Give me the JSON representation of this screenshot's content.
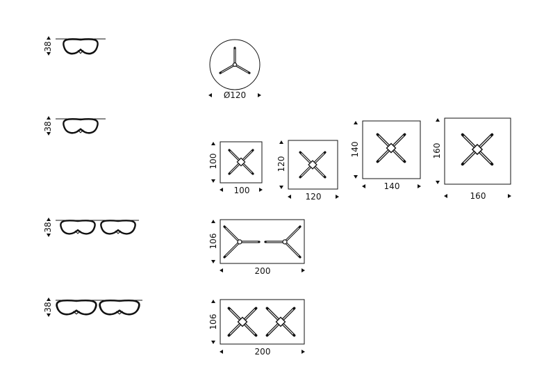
{
  "side_views": {
    "row1_height": "38",
    "row2_height": "38",
    "row3_height": "38",
    "row4_height": "38"
  },
  "round_table": {
    "diameter_label": "Ø120"
  },
  "square_tables": [
    {
      "width": "100",
      "depth": "100"
    },
    {
      "width": "120",
      "depth": "120"
    },
    {
      "width": "140",
      "depth": "140"
    },
    {
      "width": "160",
      "depth": "160"
    }
  ],
  "rect_table_tripod": {
    "width": "200",
    "depth": "106"
  },
  "rect_table_cross": {
    "width": "200",
    "depth": "106"
  },
  "icons": [
    "arrow-left-icon",
    "arrow-right-icon",
    "arrow-up-icon",
    "arrow-down-icon"
  ]
}
